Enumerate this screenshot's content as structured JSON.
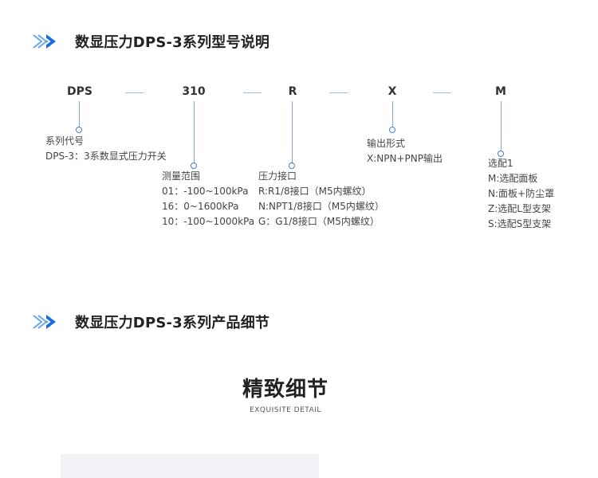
{
  "colors": {
    "accent": "#1a6fd6",
    "accent_light": "#7fb0ea",
    "text": "#333333"
  },
  "section1": {
    "icon": "double-chevron-right-icon",
    "title": "数显压力DPS-3系列型号说明"
  },
  "model": {
    "codes": [
      "DPS",
      "310",
      "R",
      "X",
      "M"
    ],
    "col1": {
      "lines": [
        "系列代号",
        "DPS-3：3系数显式压力开关"
      ]
    },
    "col2": {
      "lines": [
        "测量范围",
        "01：-100~100kPa",
        "16：0~1600kPa",
        "10：-100~1000kPa"
      ]
    },
    "col3": {
      "lines": [
        "压力接口",
        "R:R1/8接口（M5内螺纹）",
        "N:NPT1/8接口（M5内螺纹）",
        "G：G1/8接口（M5内螺纹）"
      ]
    },
    "col4": {
      "lines": [
        "输出形式",
        "X:NPN+PNP输出"
      ]
    },
    "col5": {
      "lines": [
        "选配1",
        "M:选配面板",
        "N:面板+防尘罩",
        "Z:选配L型支架",
        "S:选配S型支架"
      ]
    }
  },
  "section2": {
    "icon": "double-chevron-right-icon",
    "title": "数显压力DPS-3系列产品细节"
  },
  "detail": {
    "title": "精致细节",
    "subtitle": "EXQUISITE DETAIL"
  }
}
